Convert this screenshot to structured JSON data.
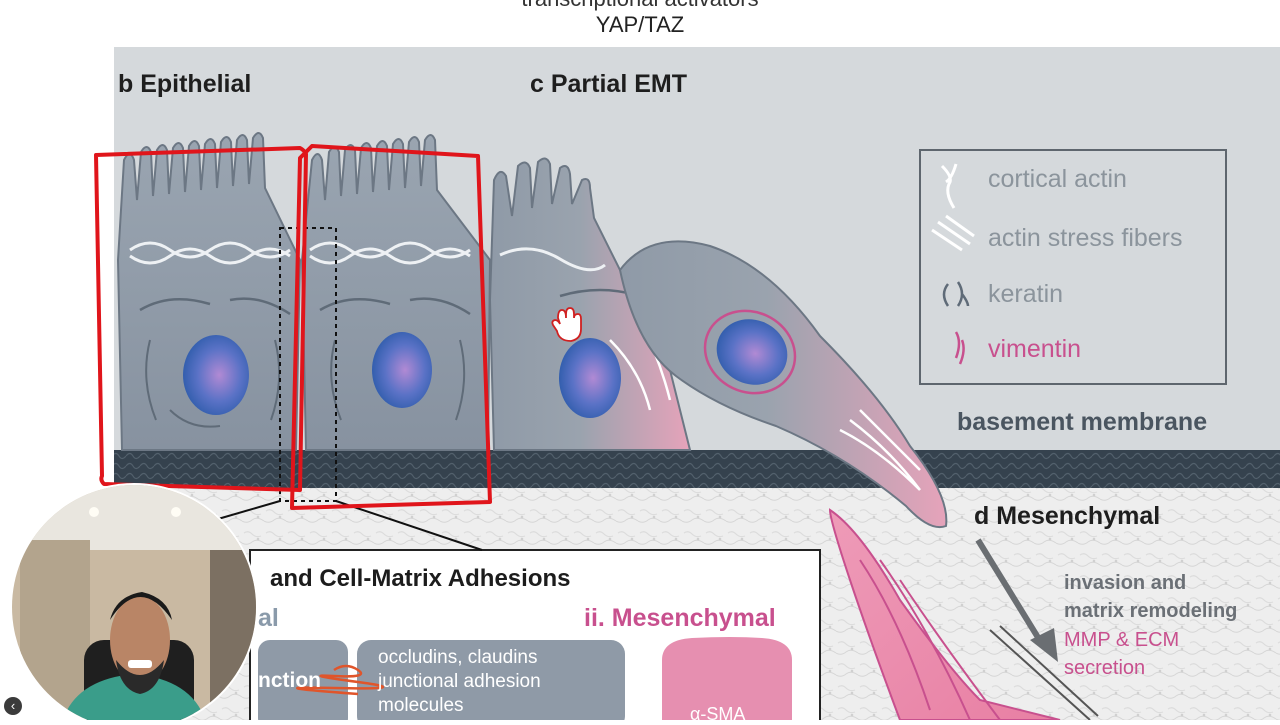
{
  "header": {
    "partial_line": "transcriptional activators",
    "title": "YAP/TAZ"
  },
  "panels": {
    "b_label": "b Epithelial",
    "c_label": "c Partial EMT",
    "d_label": "d Mesenchymal"
  },
  "legend": {
    "items": [
      {
        "icon": "cortical-actin-icon",
        "label": "cortical actin"
      },
      {
        "icon": "actin-stress-fibers-icon",
        "label": "actin stress fibers"
      },
      {
        "icon": "keratin-icon",
        "label": "keratin"
      },
      {
        "icon": "vimentin-icon",
        "label": "vimentin"
      }
    ]
  },
  "basement_membrane_label": "basement membrane",
  "invasion": {
    "line1": "invasion and",
    "line2": "matrix remodeling",
    "line3": "MMP & ECM",
    "line4": "secretion"
  },
  "adhesions": {
    "title": "and Cell-Matrix Adhesions",
    "i_partial": "al",
    "ii_label": "ii. Mesenchymal",
    "junction_word": "nction",
    "junction_lines": [
      "occludins, claudins",
      "junctional adhesion",
      "molecules"
    ],
    "sma_label": "α-SMA"
  },
  "colors": {
    "annotation_red": "#e0151b",
    "epithelial_cell": "#8f9ba8",
    "nucleus": "#3b64b5",
    "mesenchymal_pink": "#e79ab4",
    "vimentin_pink": "#c8508e",
    "basement_membrane": "#35424e",
    "panel_background": "#d4d8db"
  },
  "nav": {
    "back_icon": "chevron-left-icon",
    "back_glyph": "‹"
  },
  "presenter": {
    "description_icon": "presenter-webcam-icon"
  }
}
